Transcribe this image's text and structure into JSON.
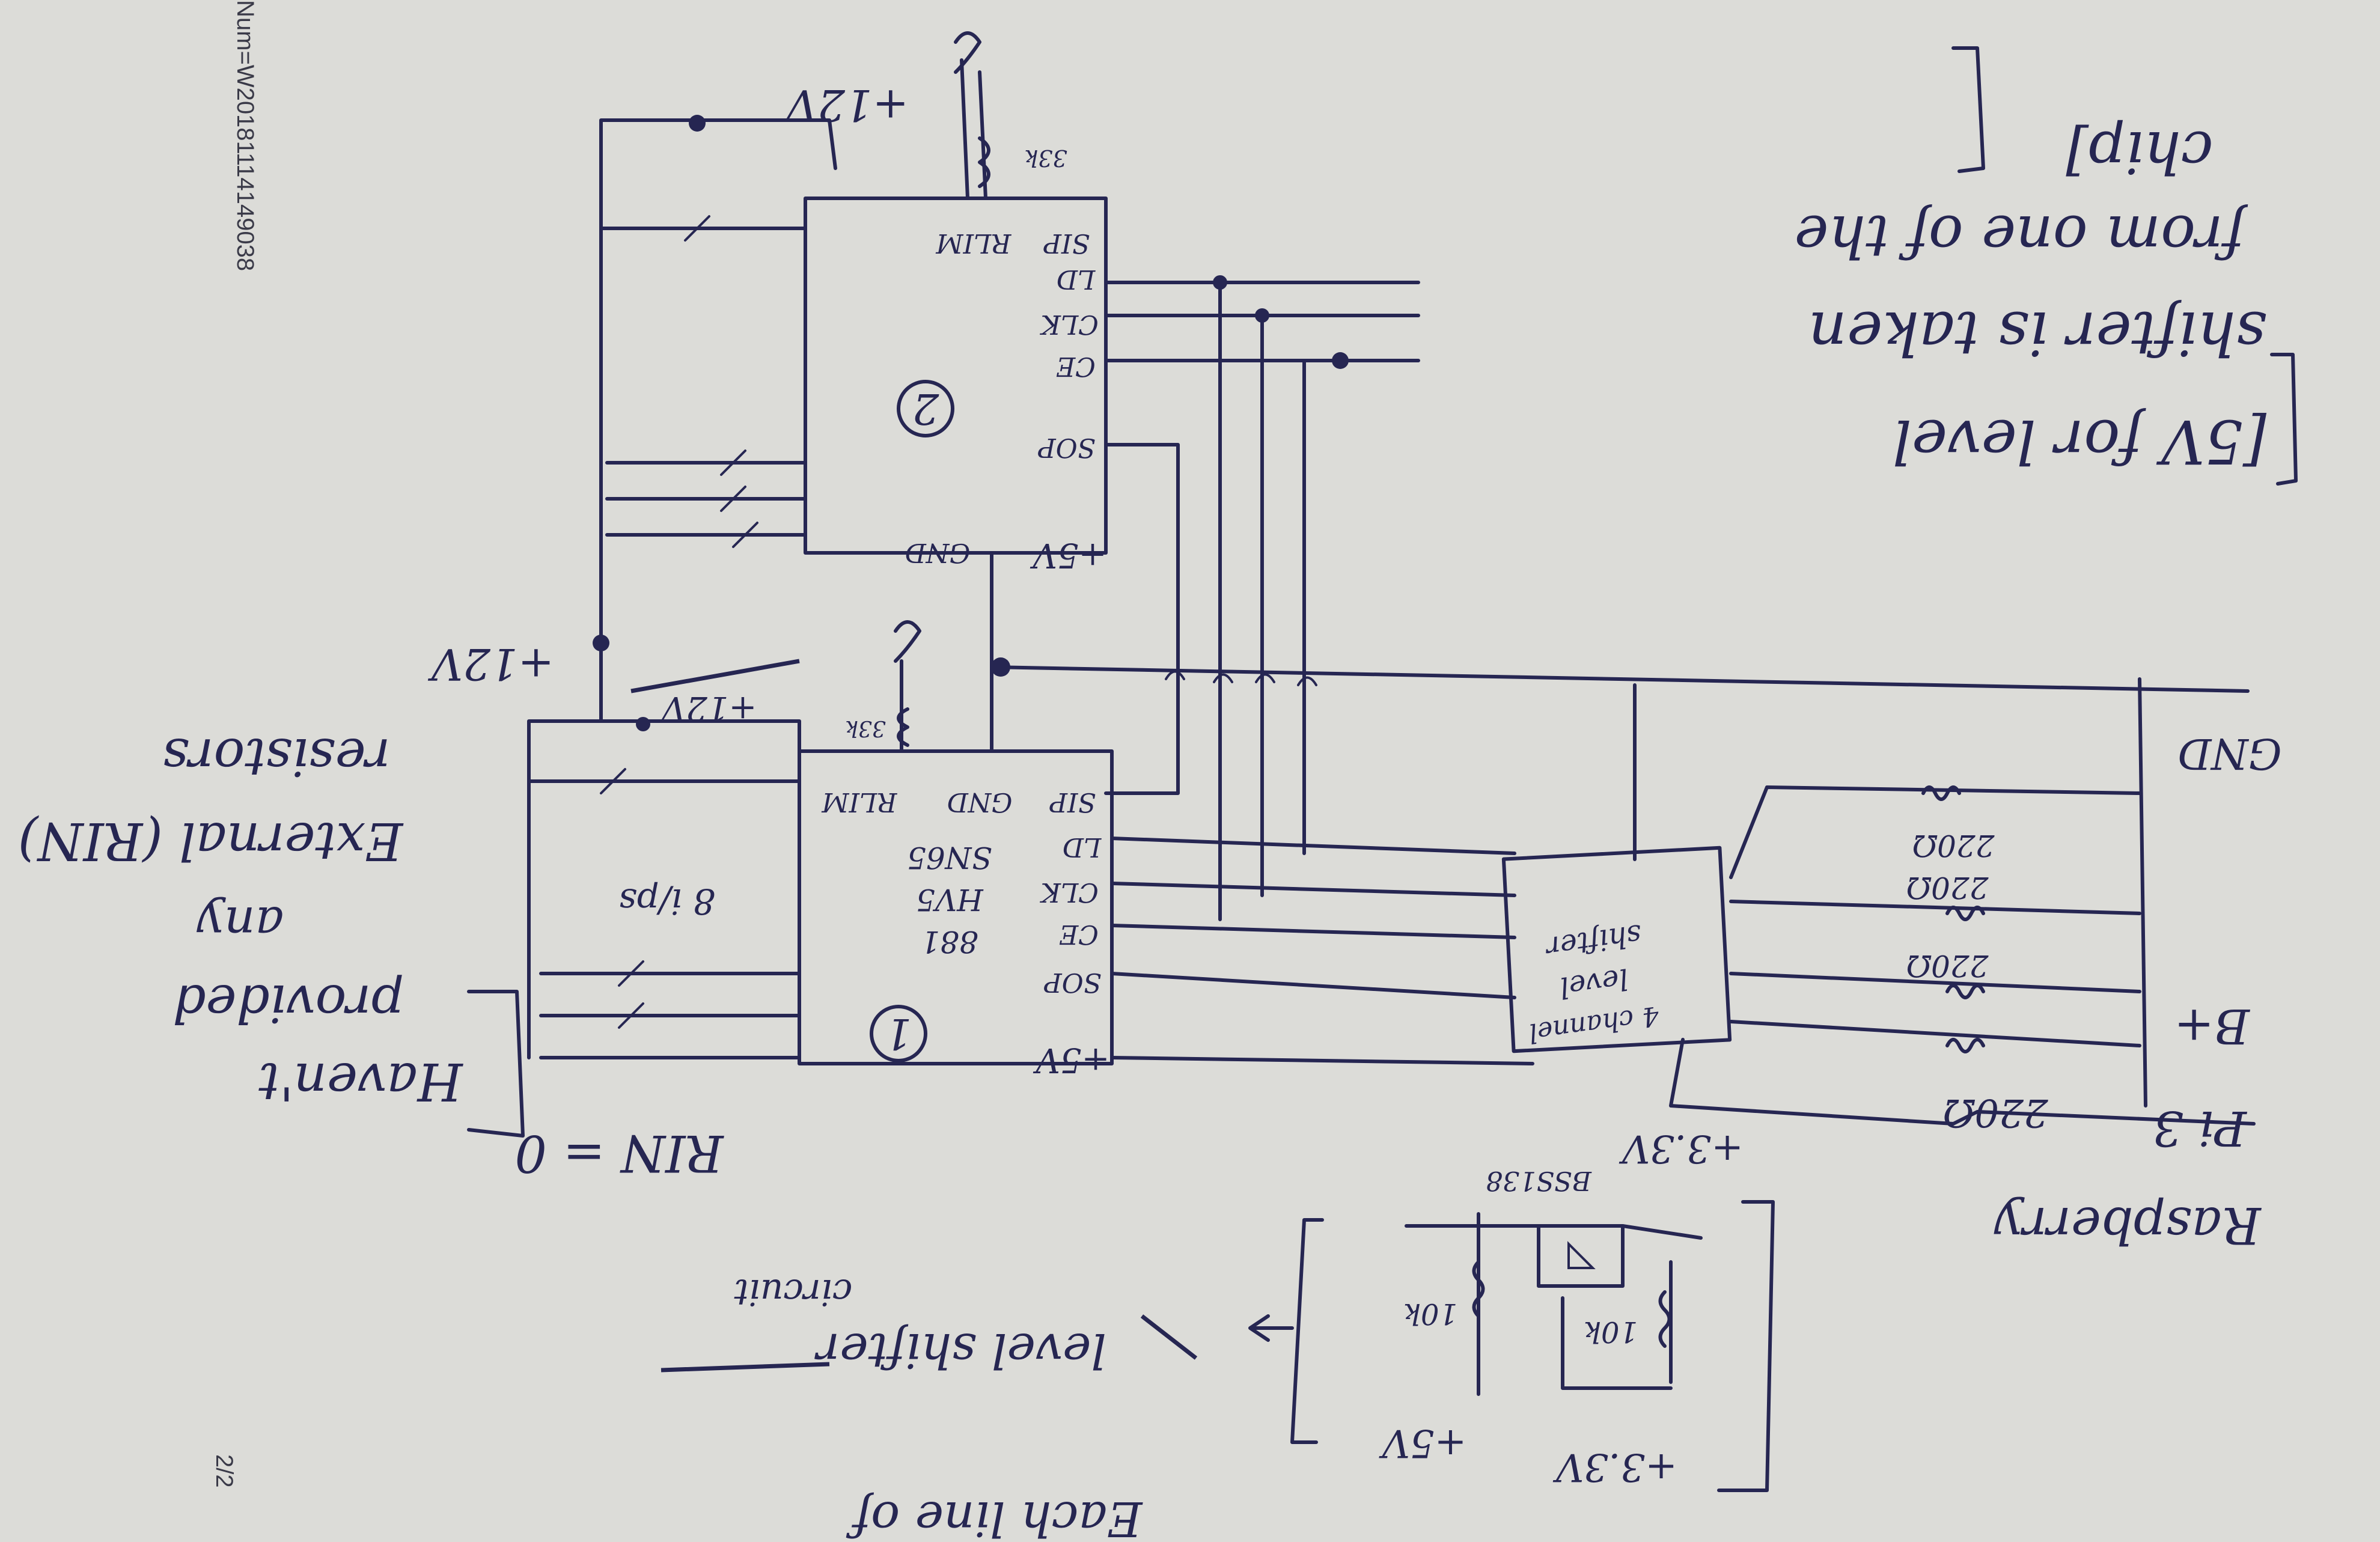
{
  "scan": {
    "side_label": "Num=W2018111414903​8",
    "page_label": "2/2"
  },
  "power": {
    "v12_top": "+12V",
    "v12_mid": "+12V",
    "v12_struck": "+12V",
    "resistor_top": "33k",
    "resistor_mid": "33k",
    "gnd": "GND",
    "v33": "+3.3V"
  },
  "chip2": {
    "marker": "2",
    "pins": [
      "SIP",
      "RLIM",
      "LD",
      "CLK",
      "CE",
      "SOP",
      "+5V",
      "GND"
    ]
  },
  "chip1": {
    "marker": "1",
    "pins": [
      "SIP",
      "GND",
      "RLIM",
      "LD",
      "CLK",
      "CE",
      "SOP",
      "+5V"
    ],
    "part_lines": [
      "SN65",
      "HV5",
      "881"
    ],
    "inputs": "8 i/ps"
  },
  "level_shifter": {
    "lines": [
      "4 channel",
      "level",
      "shifter"
    ]
  },
  "resistors": [
    "220Ω",
    "220Ω",
    "220Ω",
    "220Ω"
  ],
  "raspberry": {
    "title": "Raspberry",
    "pi": "Pi 3",
    "bplus": "B+"
  },
  "notes": {
    "top_right": [
      "[5V for level",
      "shifter is taken",
      "from one of the",
      "chip]"
    ],
    "left": [
      "Haven't",
      "provided",
      "any",
      "External (RIN)",
      "resistors"
    ],
    "rin": "RIN = 0"
  },
  "detail": {
    "mosfet": "BSS138",
    "r1": "10k",
    "r2": "10k",
    "v5": "+5V",
    "v33": "+3.3V",
    "caption": [
      "Each line of",
      "level shifter",
      "circuit"
    ]
  }
}
